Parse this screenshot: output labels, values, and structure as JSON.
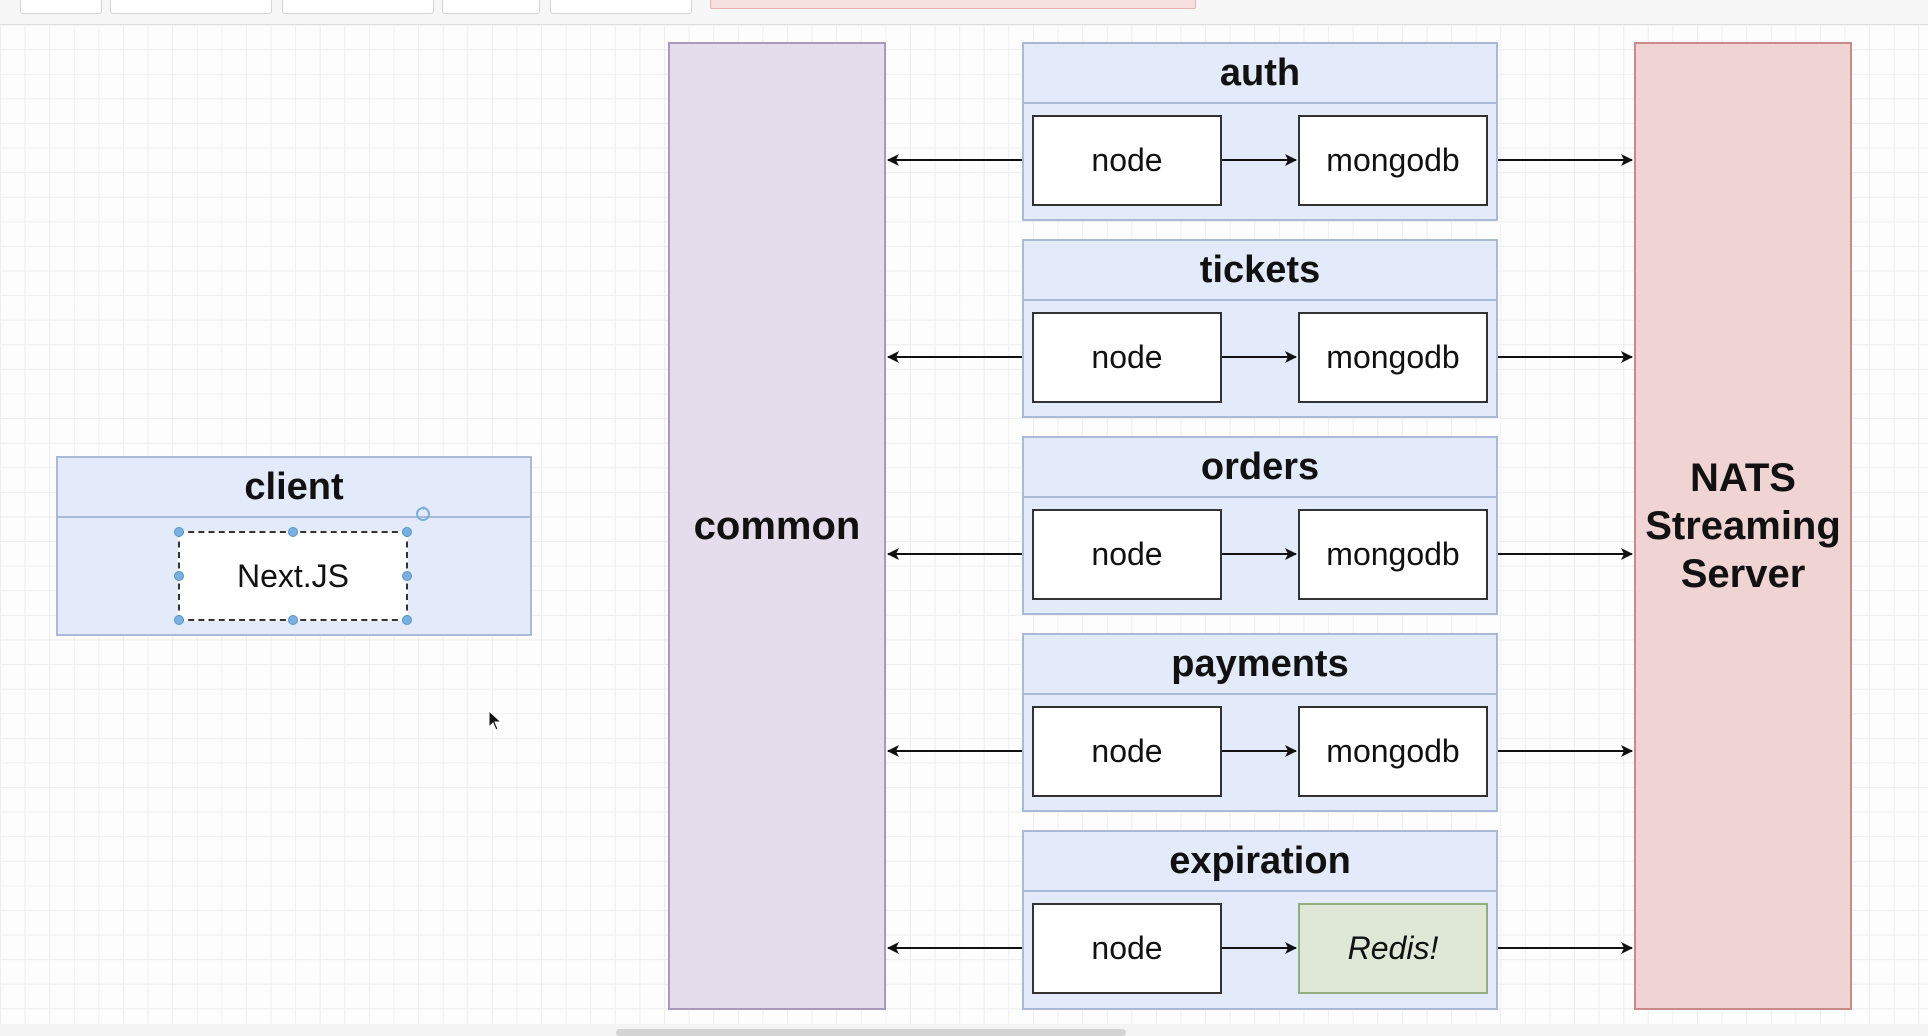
{
  "client": {
    "title": "client",
    "component": "Next.JS"
  },
  "common": {
    "label": "common"
  },
  "nats": {
    "lines": [
      "NATS",
      "Streaming",
      "Server"
    ]
  },
  "services": [
    {
      "title": "auth",
      "left": "node",
      "right": "mongodb"
    },
    {
      "title": "tickets",
      "left": "node",
      "right": "mongodb"
    },
    {
      "title": "orders",
      "left": "node",
      "right": "mongodb"
    },
    {
      "title": "payments",
      "left": "node",
      "right": "mongodb"
    },
    {
      "title": "expiration",
      "left": "node",
      "right": "Redis!"
    }
  ],
  "colors": {
    "service_fill": "#e3eafa",
    "common_fill": "#e5dcec",
    "nats_fill": "#f0d4d4",
    "redis_fill": "#dfe8d6",
    "selection_handle": "#7ab0e0"
  }
}
